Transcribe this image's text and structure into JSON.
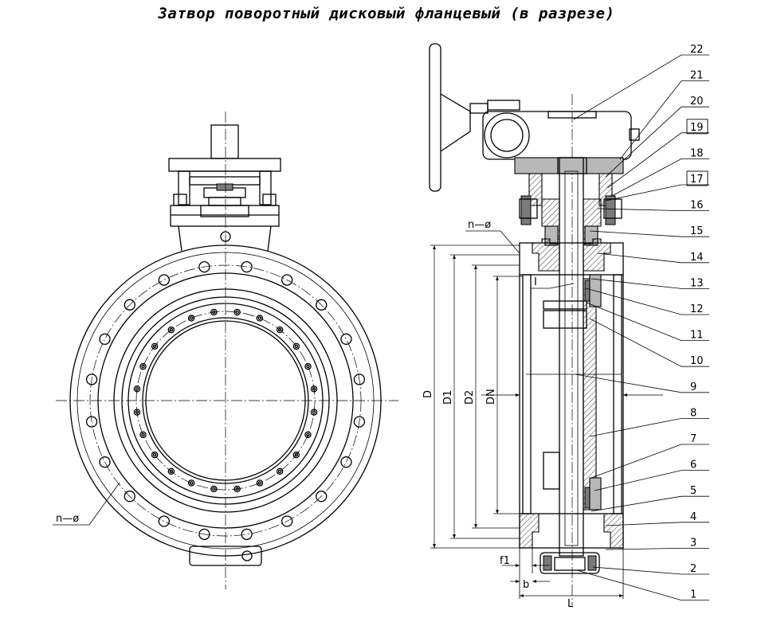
{
  "title": "Затвор поворотный дисковый фланцевый (в разрезе)",
  "front_view": {
    "bolt_label": "n—ø"
  },
  "section_view": {
    "bolt_label": "n—ø",
    "detail_label": "I",
    "dimensions": {
      "D": "D",
      "D1": "D1",
      "D2": "D2",
      "DN": "DN",
      "f1": "f1",
      "b": "b",
      "L": "L"
    },
    "callouts": [
      "22",
      "21",
      "20",
      "19",
      "18",
      "17",
      "16",
      "15",
      "14",
      "13",
      "12",
      "11",
      "10",
      "9",
      "8",
      "7",
      "6",
      "5",
      "4",
      "3",
      "2",
      "1"
    ],
    "boxed_callouts": [
      "19",
      "17"
    ]
  }
}
